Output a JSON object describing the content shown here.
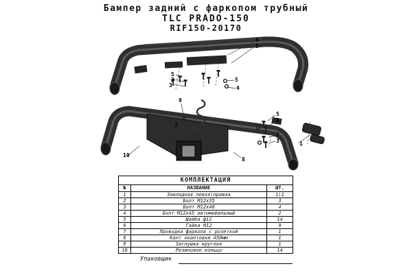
{
  "header": {
    "title_line1": "Бампер задний с фаркопом трубный",
    "title_line2": "TLC PRADO-150",
    "title_line3": "RIF150-20170"
  },
  "drawing": {
    "callouts": [
      "6",
      "5",
      "5",
      "2",
      "3",
      "5",
      "4",
      "9",
      "7",
      "10",
      "5",
      "6",
      "2",
      "3",
      "1",
      "8"
    ]
  },
  "table": {
    "title": "КОМПЛЕКТАЦИЯ",
    "columns": [
      "№",
      "НАЗВАНИЕ",
      "ШТ."
    ],
    "rows": [
      [
        "1",
        "Закладная левая\\правая",
        "1\\1"
      ],
      [
        "2",
        "Болт М12х35",
        "3"
      ],
      [
        "3",
        "Болт М12х40",
        "4"
      ],
      [
        "4",
        "Болт М12х45 автомобильный",
        "2"
      ],
      [
        "5",
        "Шайба ф12",
        "14"
      ],
      [
        "6",
        "Гайка М12",
        "9"
      ],
      [
        "7",
        "Проводка фаркопа с розеткой",
        "1"
      ],
      [
        "8",
        "Кант окантовки 450мм",
        "1"
      ],
      [
        "9",
        "Заглушка круглая",
        "1"
      ],
      [
        "10",
        "Резиновое кольцо",
        "14"
      ]
    ]
  },
  "footer": {
    "packer_label": "Упаковщик"
  }
}
